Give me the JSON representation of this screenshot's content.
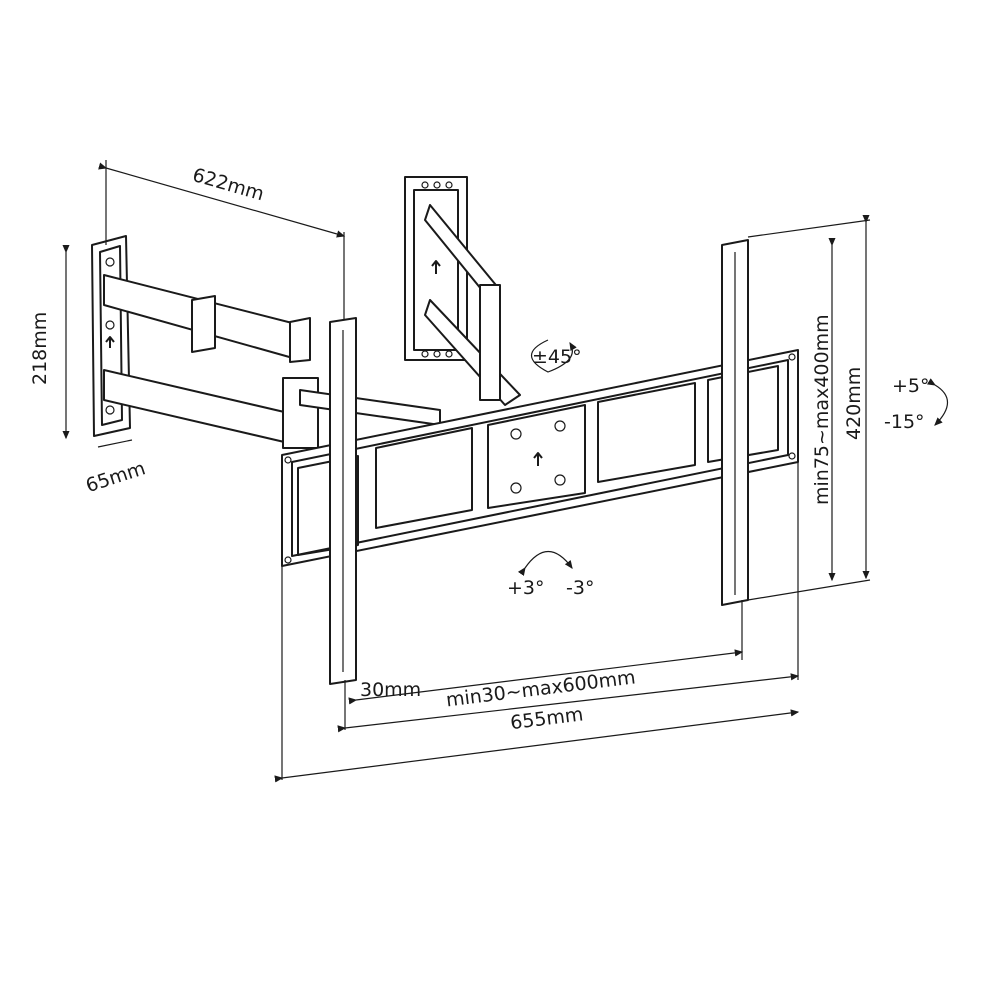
{
  "dimensions": {
    "arm_length": "622mm",
    "wall_plate_height": "218mm",
    "wall_plate_depth": "65mm",
    "swivel": "±45°",
    "tilt_up": "+5°",
    "tilt_down": "-15°",
    "overall_height": "420mm",
    "vesa_vertical": "min75~max400mm",
    "rotation_plus": "+3°",
    "rotation_minus": "-3°",
    "rail_width": "30mm",
    "vesa_horizontal": "min30~max600mm",
    "overall_width": "655mm"
  }
}
